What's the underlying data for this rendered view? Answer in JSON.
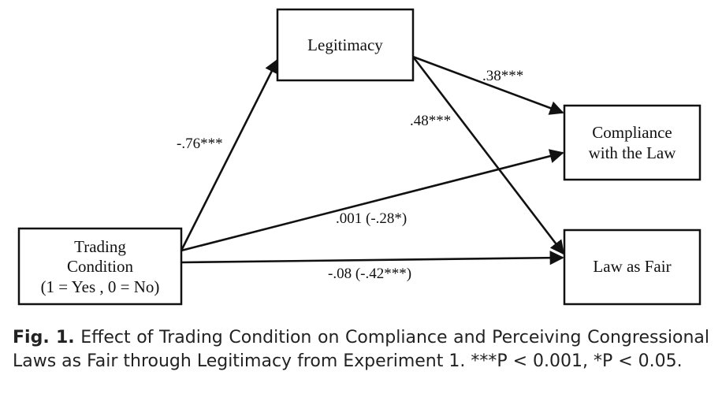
{
  "nodes": {
    "legitimacy": {
      "lines": [
        "Legitimacy"
      ]
    },
    "compliance": {
      "lines": [
        "Compliance",
        "with the Law"
      ]
    },
    "trading": {
      "lines": [
        "Trading",
        "Condition",
        "(1 = Yes , 0 = No)"
      ]
    },
    "fair": {
      "lines": [
        "Law as Fair"
      ]
    }
  },
  "edges": {
    "trading_legitimacy": "-.76***",
    "legitimacy_compliance": ".38***",
    "legitimacy_fair": ".48***",
    "trading_compliance": ".001 (-.28*)",
    "trading_fair": "-.08 (-.42***)"
  },
  "caption": {
    "label": "Fig. 1.",
    "text": " Effect of Trading Condition on Compliance and Perceiving Congressional Laws as Fair through Legitimacy from Experiment 1. ***P < 0.001, *P < 0.05."
  }
}
